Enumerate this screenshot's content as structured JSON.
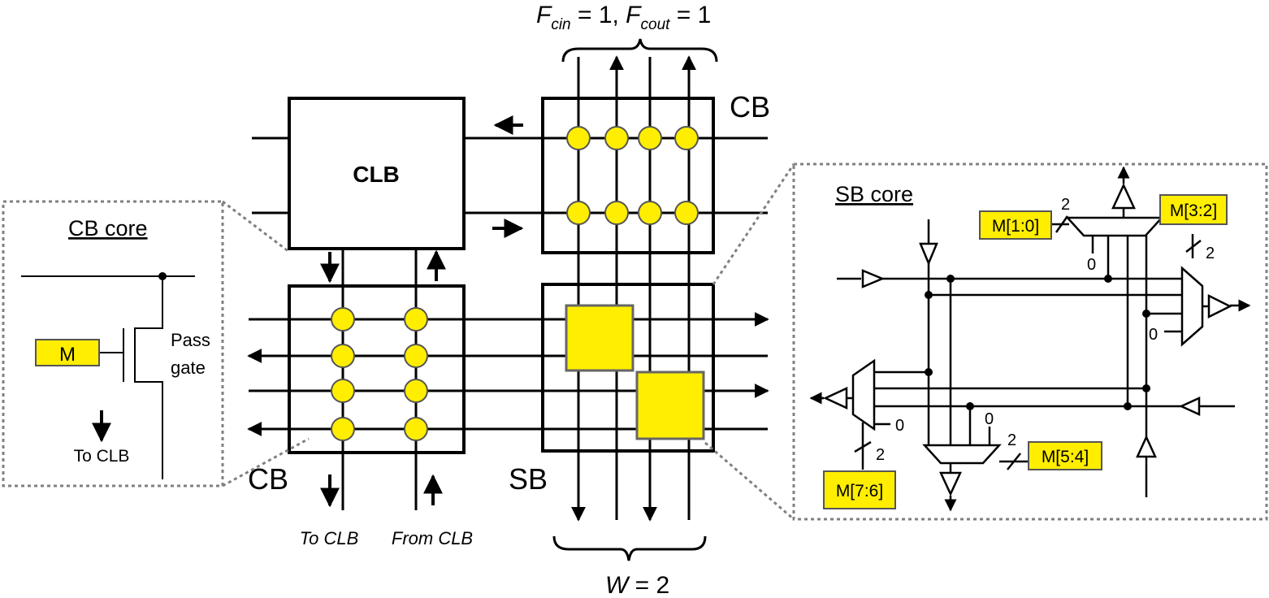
{
  "figure": {
    "top_label": {
      "f": "F",
      "cin_sub": "cin",
      "mid": " = 1, ",
      "cout_sub": "cout",
      "end": " = 1"
    },
    "bottom_label": {
      "w": "W",
      "end": " = 2"
    },
    "clb_label": "CLB",
    "cb_top_label": "CB",
    "cb_bottom_label": "CB",
    "sb_label": "SB",
    "to_clb_label": "To CLB",
    "from_clb_label": "From CLB"
  },
  "cb_core": {
    "title": "CB core",
    "mem_label": "M",
    "pass_label_1": "Pass",
    "pass_label_2": "gate",
    "to_clb": "To CLB"
  },
  "sb_core": {
    "title": "SB core",
    "m10": "M[1:0]",
    "m32": "M[3:2]",
    "m54": "M[5:4]",
    "m76": "M[7:6]",
    "bus_width": "2",
    "zero": "0"
  },
  "colors": {
    "switch_fill": "#ffee00",
    "line": "#000000",
    "dashed_border": "#808080",
    "box_border": "#444444"
  }
}
